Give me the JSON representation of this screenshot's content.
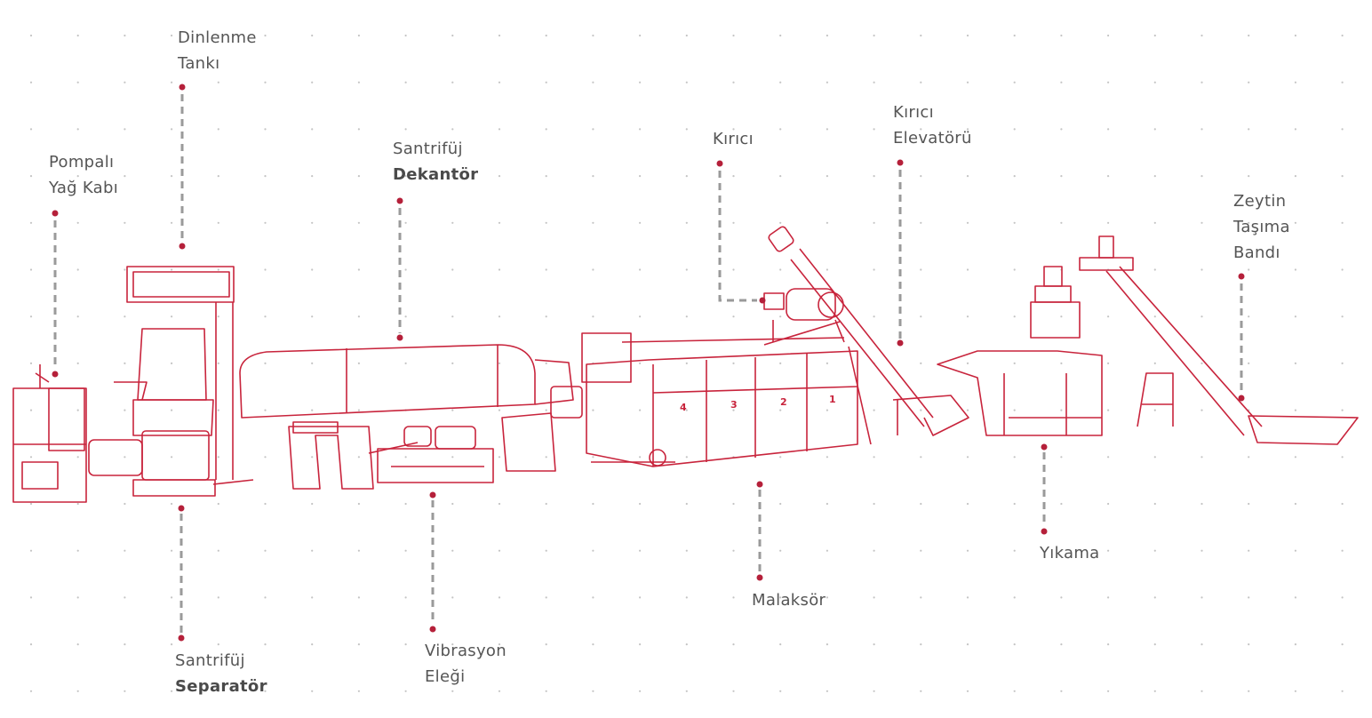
{
  "title": "Zeytinyağı Üretim Hattı",
  "colors": {
    "machine": "#c8243c",
    "marker": "#b5203a",
    "leader": "#9a9a9a",
    "label": "#555555",
    "grid": "#c4c4c4"
  },
  "labels": {
    "pompali": {
      "line1": "Pompalı",
      "line2": "Yağ Kabı"
    },
    "dinlenme": {
      "line1": "Dinlenme",
      "line2": "Tankı"
    },
    "dekantor": {
      "line1": "Santrifüj",
      "line2": "Dekantör"
    },
    "kirici": {
      "line1": "Kırıcı"
    },
    "elevator": {
      "line1": "Kırıcı",
      "line2": "Elevatörü"
    },
    "bant": {
      "line1": "Zeytin",
      "line2": "Taşıma",
      "line3": "Bandı"
    },
    "separator": {
      "line1": "Santrifüj",
      "line2": "Separatör"
    },
    "vibrasyon": {
      "line1": "Vibrasyon",
      "line2": "Eleği"
    },
    "malaksor": {
      "line1": "Malaksör",
      "chambers": [
        "4",
        "3",
        "2",
        "1"
      ]
    },
    "yikama": {
      "line1": "Yıkama"
    }
  }
}
